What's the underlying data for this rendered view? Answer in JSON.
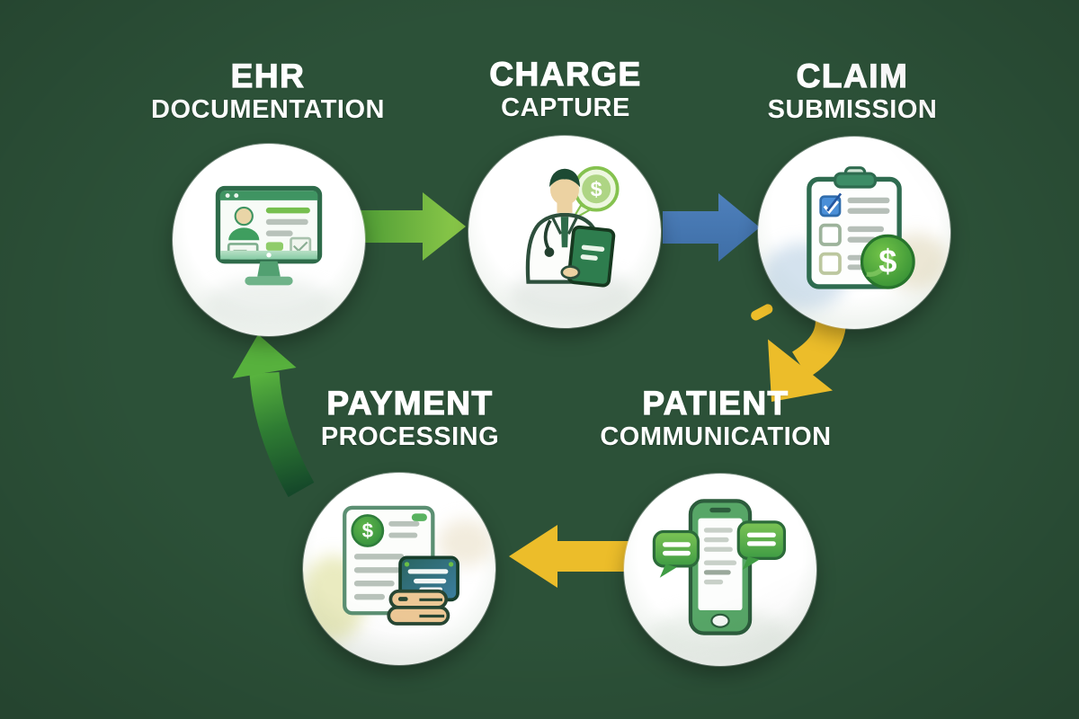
{
  "canvas": {
    "background": "#2c5138"
  },
  "nodes": [
    {
      "id": "ehr-documentation",
      "line1": "EHR",
      "line2": "DOCUMENTATION",
      "icon": "ehr-monitor-icon"
    },
    {
      "id": "charge-capture",
      "line1": "CHARGE",
      "line2": "CAPTURE",
      "icon": "doctor-tablet-icon"
    },
    {
      "id": "claim-submission",
      "line1": "CLAIM",
      "line2": "SUBMISSION",
      "icon": "claim-checklist-icon"
    },
    {
      "id": "payment-processing",
      "line1": "PAYMENT",
      "line2": "PROCESSING",
      "icon": "invoice-card-cash-icon"
    },
    {
      "id": "patient-communication",
      "line1": "PATIENT",
      "line2": "COMMUNICATION",
      "icon": "phone-chat-icon"
    }
  ],
  "arrows": [
    {
      "id": "ehr-to-charge",
      "from": "ehr-documentation",
      "to": "charge-capture",
      "shape": "straight-right",
      "color": "#79bd45"
    },
    {
      "id": "charge-to-claim",
      "from": "charge-capture",
      "to": "claim-submission",
      "shape": "straight-right",
      "color": "#4678b2"
    },
    {
      "id": "claim-to-patient",
      "from": "claim-submission",
      "to": "patient-communication",
      "shape": "curved-down-left",
      "color": "#ecbd2a"
    },
    {
      "id": "patient-to-payment",
      "from": "patient-communication",
      "to": "payment-processing",
      "shape": "straight-left",
      "color": "#ecbd2a"
    },
    {
      "id": "payment-to-ehr",
      "from": "payment-processing",
      "to": "ehr-documentation",
      "shape": "curved-up",
      "color": "#55b13d"
    }
  ],
  "glyphs": {
    "dollar": "$"
  },
  "colors": {
    "background": "#2c5138",
    "node_fill": "#ffffff",
    "label_text": "#ffffff",
    "green_arrow": "#79bd45",
    "blue_arrow": "#4678b2",
    "yellow_arrow": "#ecbd2a",
    "icon_green_dark": "#2e6b4a",
    "icon_green": "#3f9e5f",
    "coin_green": "#3f9143",
    "card_teal": "#2a6460",
    "cash_tan": "#ecc795",
    "skin_tan": "#ecd2a2"
  }
}
